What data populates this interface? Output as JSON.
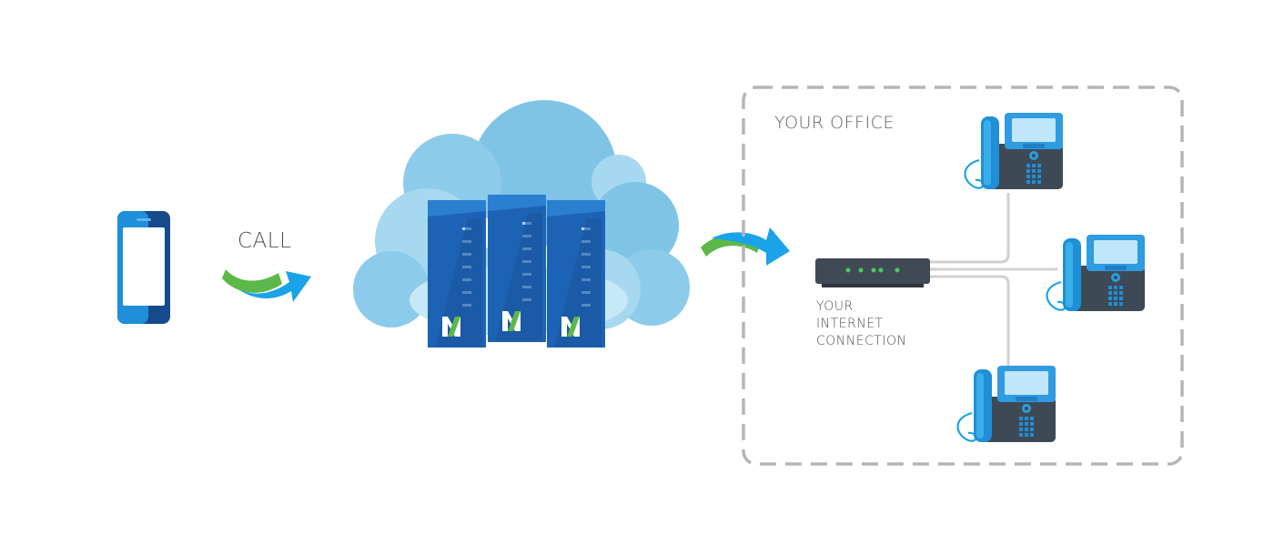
{
  "labels": {
    "call": "CALL",
    "office_title": "YOUR OFFICE",
    "connection_lines": [
      "YOUR",
      "INTERNET",
      "CONNECTION"
    ]
  },
  "icons": [
    "smartphone-icon",
    "arrow-icon",
    "cloud-icon",
    "server-icon",
    "router-icon",
    "desk-phone-icon"
  ],
  "colors": {
    "phone_blue": "#1e8fd8",
    "phone_dark": "#164a8c",
    "arrow_green": "#5cb848",
    "arrow_blue": "#1aa3e8",
    "cloud_light": "#a6d8f0",
    "cloud_mid": "#7fc4e6",
    "server_blue": "#1d63b5",
    "router_dark": "#3f4a55",
    "led_green": "#4cc860",
    "office_border": "#b5b5b5",
    "desk_phone_body": "#3d4a56"
  }
}
